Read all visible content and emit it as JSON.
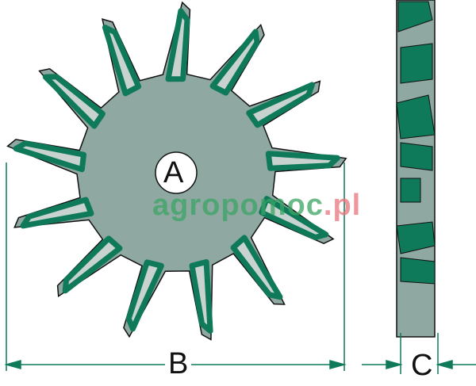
{
  "labels": {
    "hole": "A",
    "outer_diameter": "B",
    "thickness": "C"
  },
  "watermark": {
    "main": "agropomoc",
    "suffix": ".pl"
  },
  "colors": {
    "body": "#8fa8a1",
    "tooth": "#0f7a5a",
    "outline": "#111111",
    "dimension": "#0f7a5a"
  },
  "wheel": {
    "teeth": 13
  }
}
